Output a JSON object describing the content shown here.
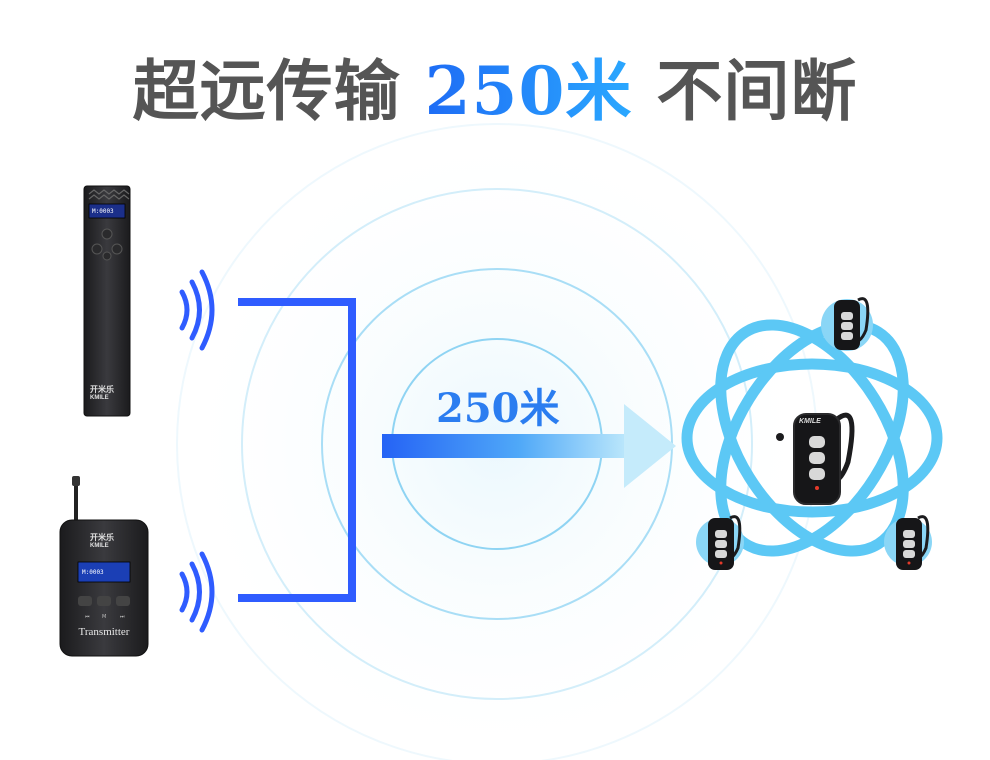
{
  "headline": {
    "part1": "超远传输",
    "highlight": "250米",
    "part2": "不间断"
  },
  "distance_label": "250米",
  "transmitter_1": {
    "screen": "M:0003",
    "brand_cn": "开米乐",
    "brand_en": "KMILE"
  },
  "transmitter_2": {
    "screen": "M:0003",
    "brand_cn": "开米乐",
    "brand_en": "KMILE",
    "label": "Transmitter"
  },
  "receiver": {
    "brand": "KMILE"
  },
  "colors": {
    "accent_blue": "#2f5cff",
    "ring_blue": "#8fd7f5",
    "orbit_blue": "#5cc8f5",
    "title_gray": "#555555"
  }
}
